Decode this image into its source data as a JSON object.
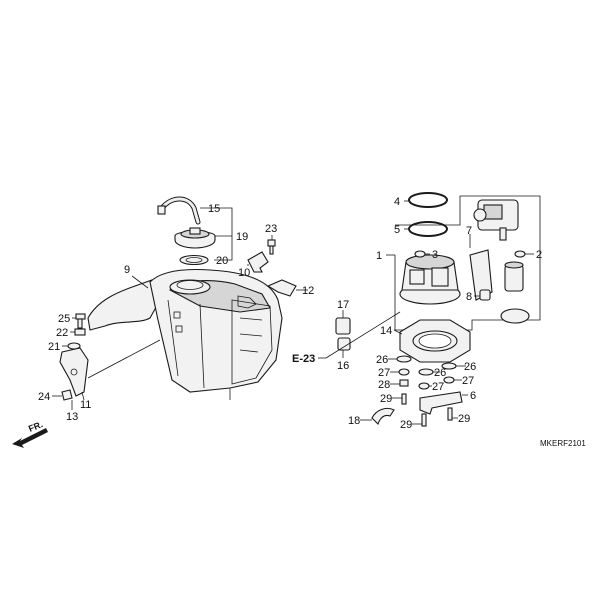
{
  "callouts": [
    "1",
    "2",
    "3",
    "4",
    "5",
    "6",
    "7",
    "8",
    "9",
    "10",
    "11",
    "12",
    "13",
    "14",
    "15",
    "16",
    "17",
    "18",
    "19",
    "20",
    "21",
    "22",
    "23",
    "24",
    "25",
    "26",
    "27",
    "28",
    "29"
  ],
  "reference": "E-23",
  "direction": "FR.",
  "diagram_code": "MKERF2101"
}
